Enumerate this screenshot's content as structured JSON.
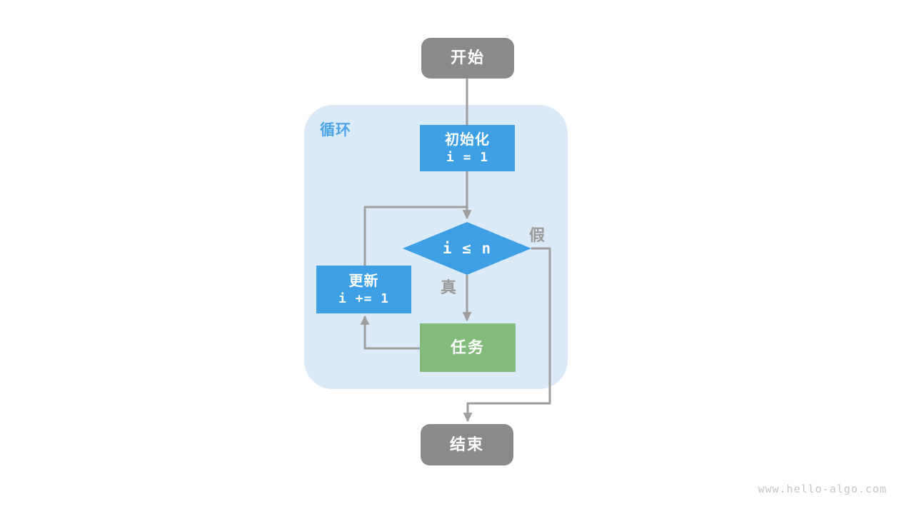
{
  "diagram": {
    "loop_label": "循环",
    "nodes": {
      "start": {
        "label": "开始"
      },
      "init": {
        "label": "初始化",
        "code": "i = 1"
      },
      "cond": {
        "code": "i ≤ n"
      },
      "update": {
        "label": "更新",
        "code": "i += 1"
      },
      "task": {
        "label": "任务"
      },
      "end": {
        "label": "结束"
      }
    },
    "edge_labels": {
      "true_branch": "真",
      "false_branch": "假"
    },
    "colors": {
      "process_blue": "#3DA0E4",
      "task_green": "#82BB7B",
      "terminal_gray": "#8A8A8A",
      "loop_region_bg": "#DBEAF8",
      "loop_label_blue": "#4AA4E8",
      "edge_gray": "#9E9E9E",
      "edge_label_gray": "#9A9A9A"
    },
    "watermark": "www.hello-algo.com"
  }
}
